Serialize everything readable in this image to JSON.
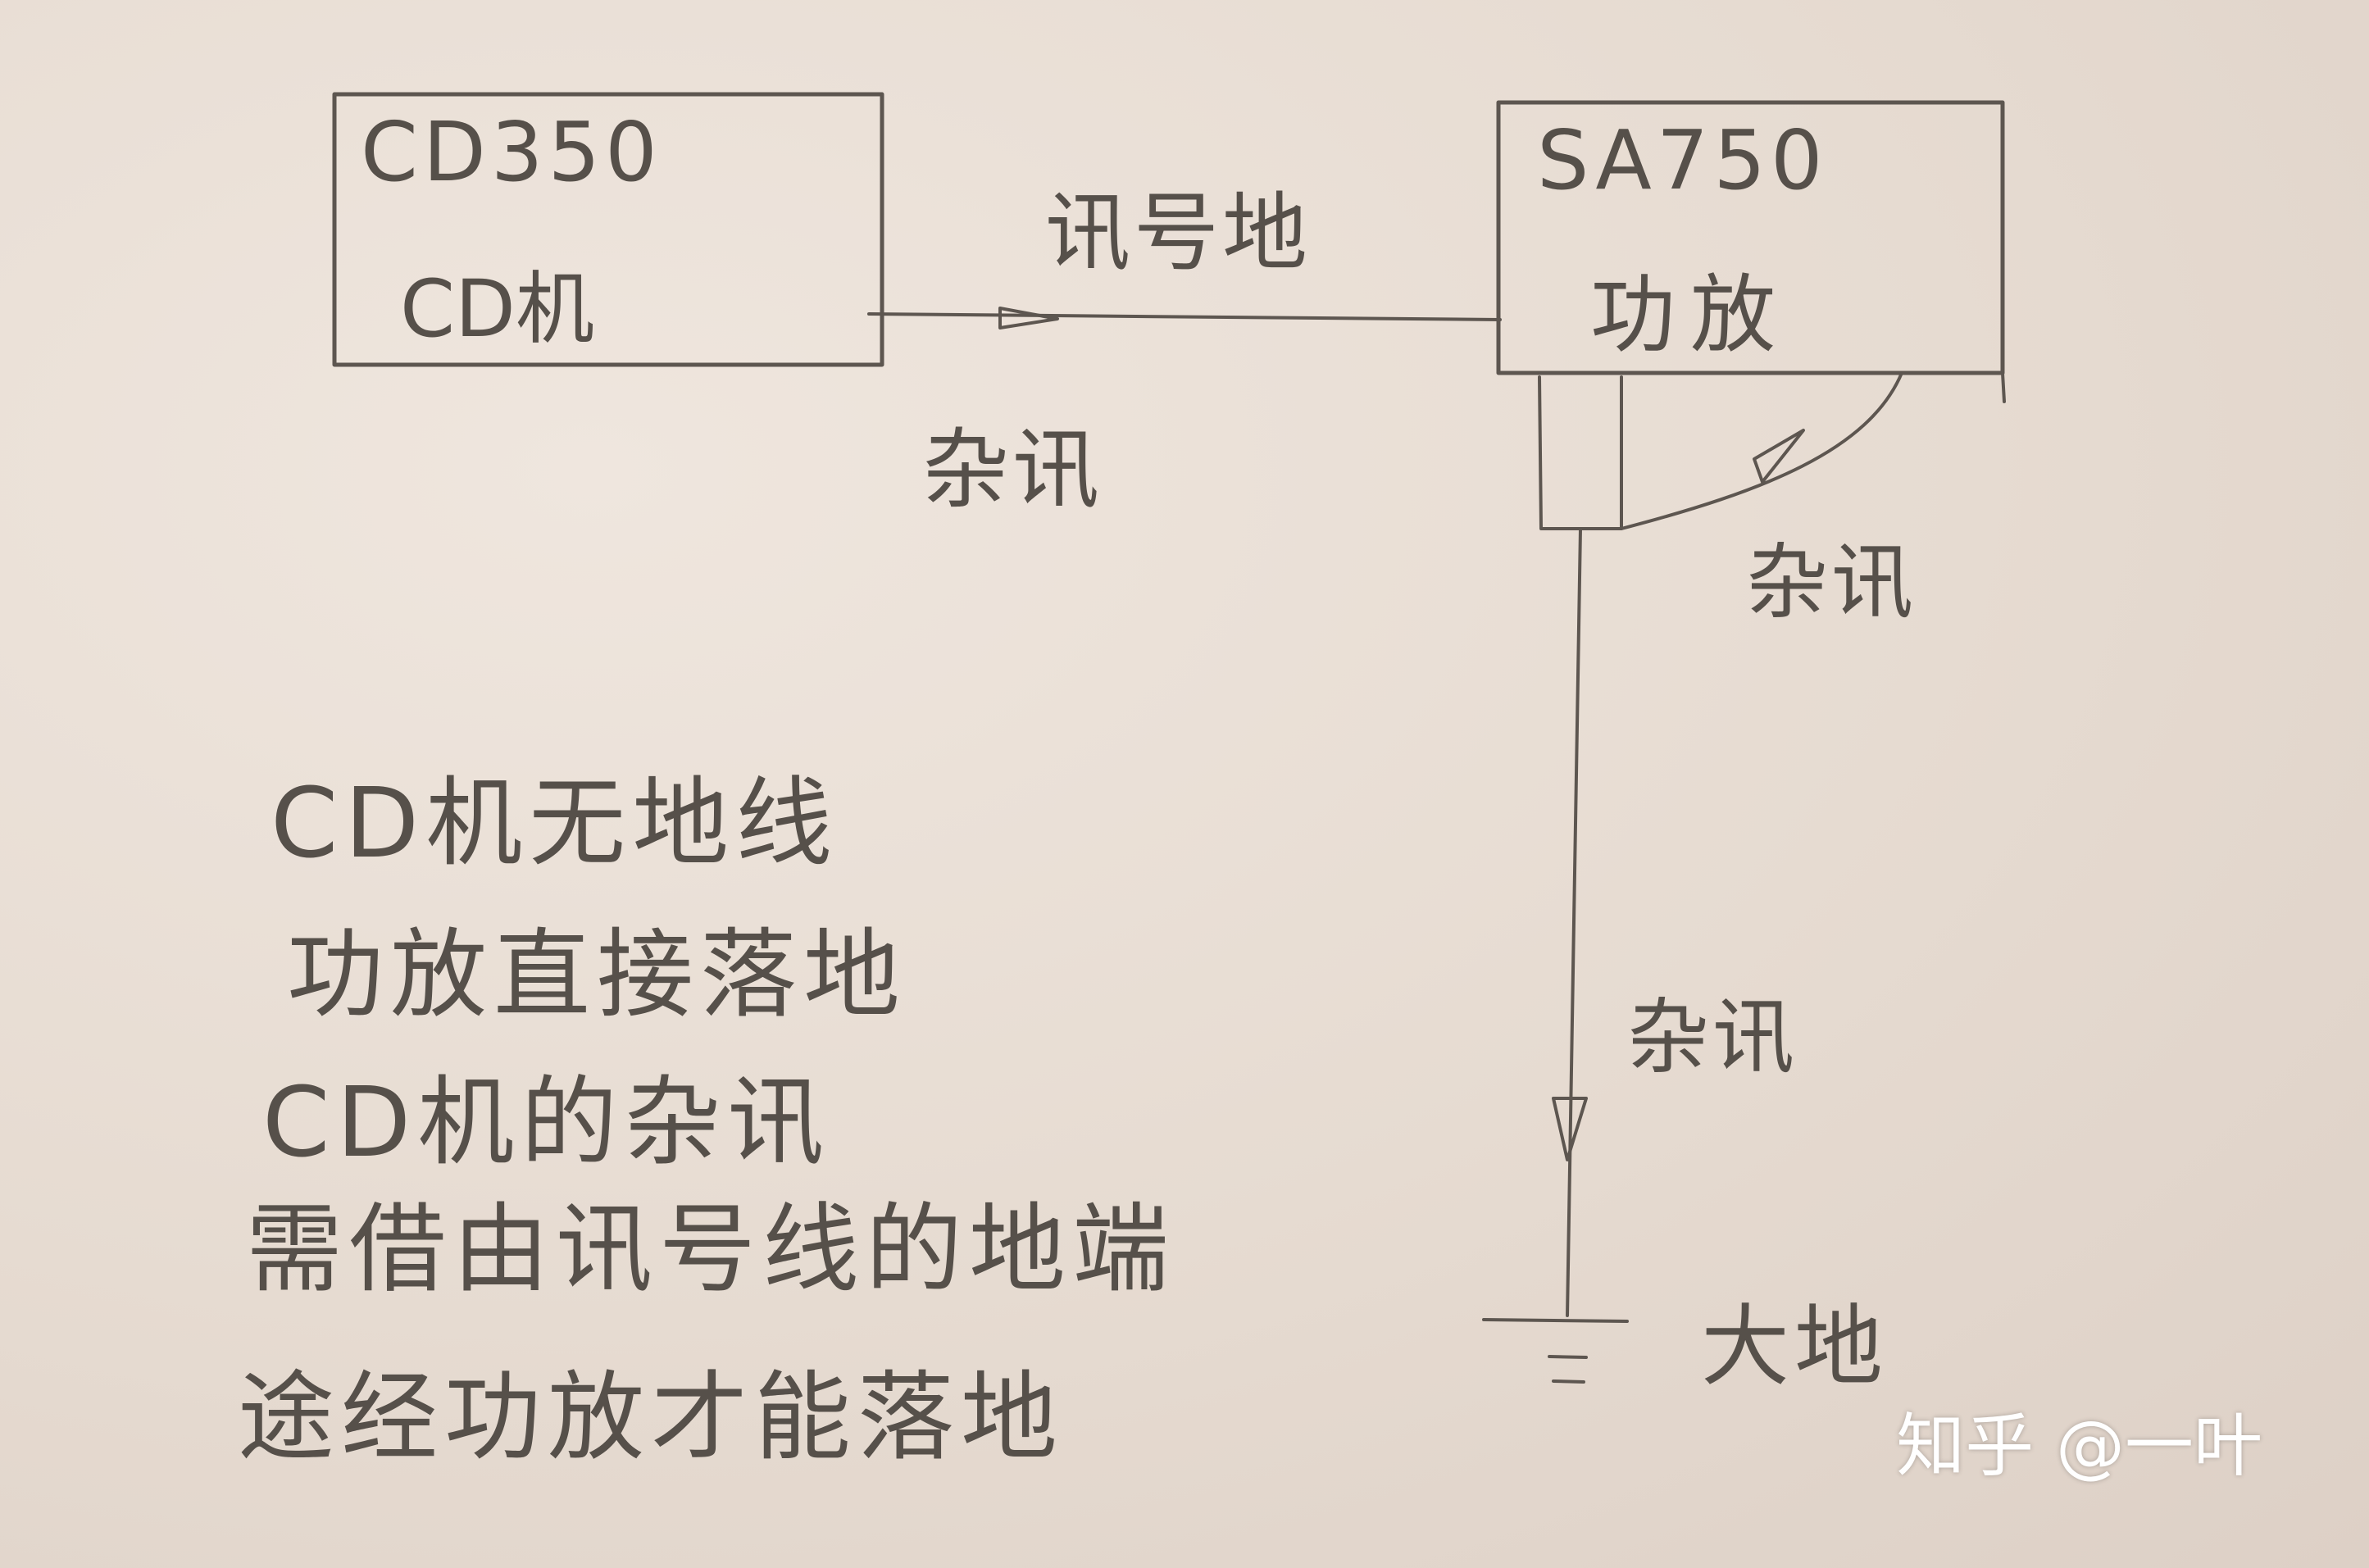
{
  "source_box": {
    "model": "CD350",
    "type": "CD机"
  },
  "amp_box": {
    "model": "SA750",
    "type": "功放"
  },
  "labels": {
    "signal_ground": "讯号地",
    "noise_cd": "杂讯",
    "noise_amp": "杂讯",
    "noise_down": "杂讯",
    "earth": "大地"
  },
  "notes": [
    "CD机无地线",
    "功放直接落地",
    "CD机的杂讯",
    "需借由讯号线的地端",
    "途经功放才能落地"
  ],
  "watermark": "知乎 @一叶",
  "colors": {
    "paper": "#e8ddd4",
    "pencil": "#5d5650",
    "watermark": "#ffffff"
  }
}
